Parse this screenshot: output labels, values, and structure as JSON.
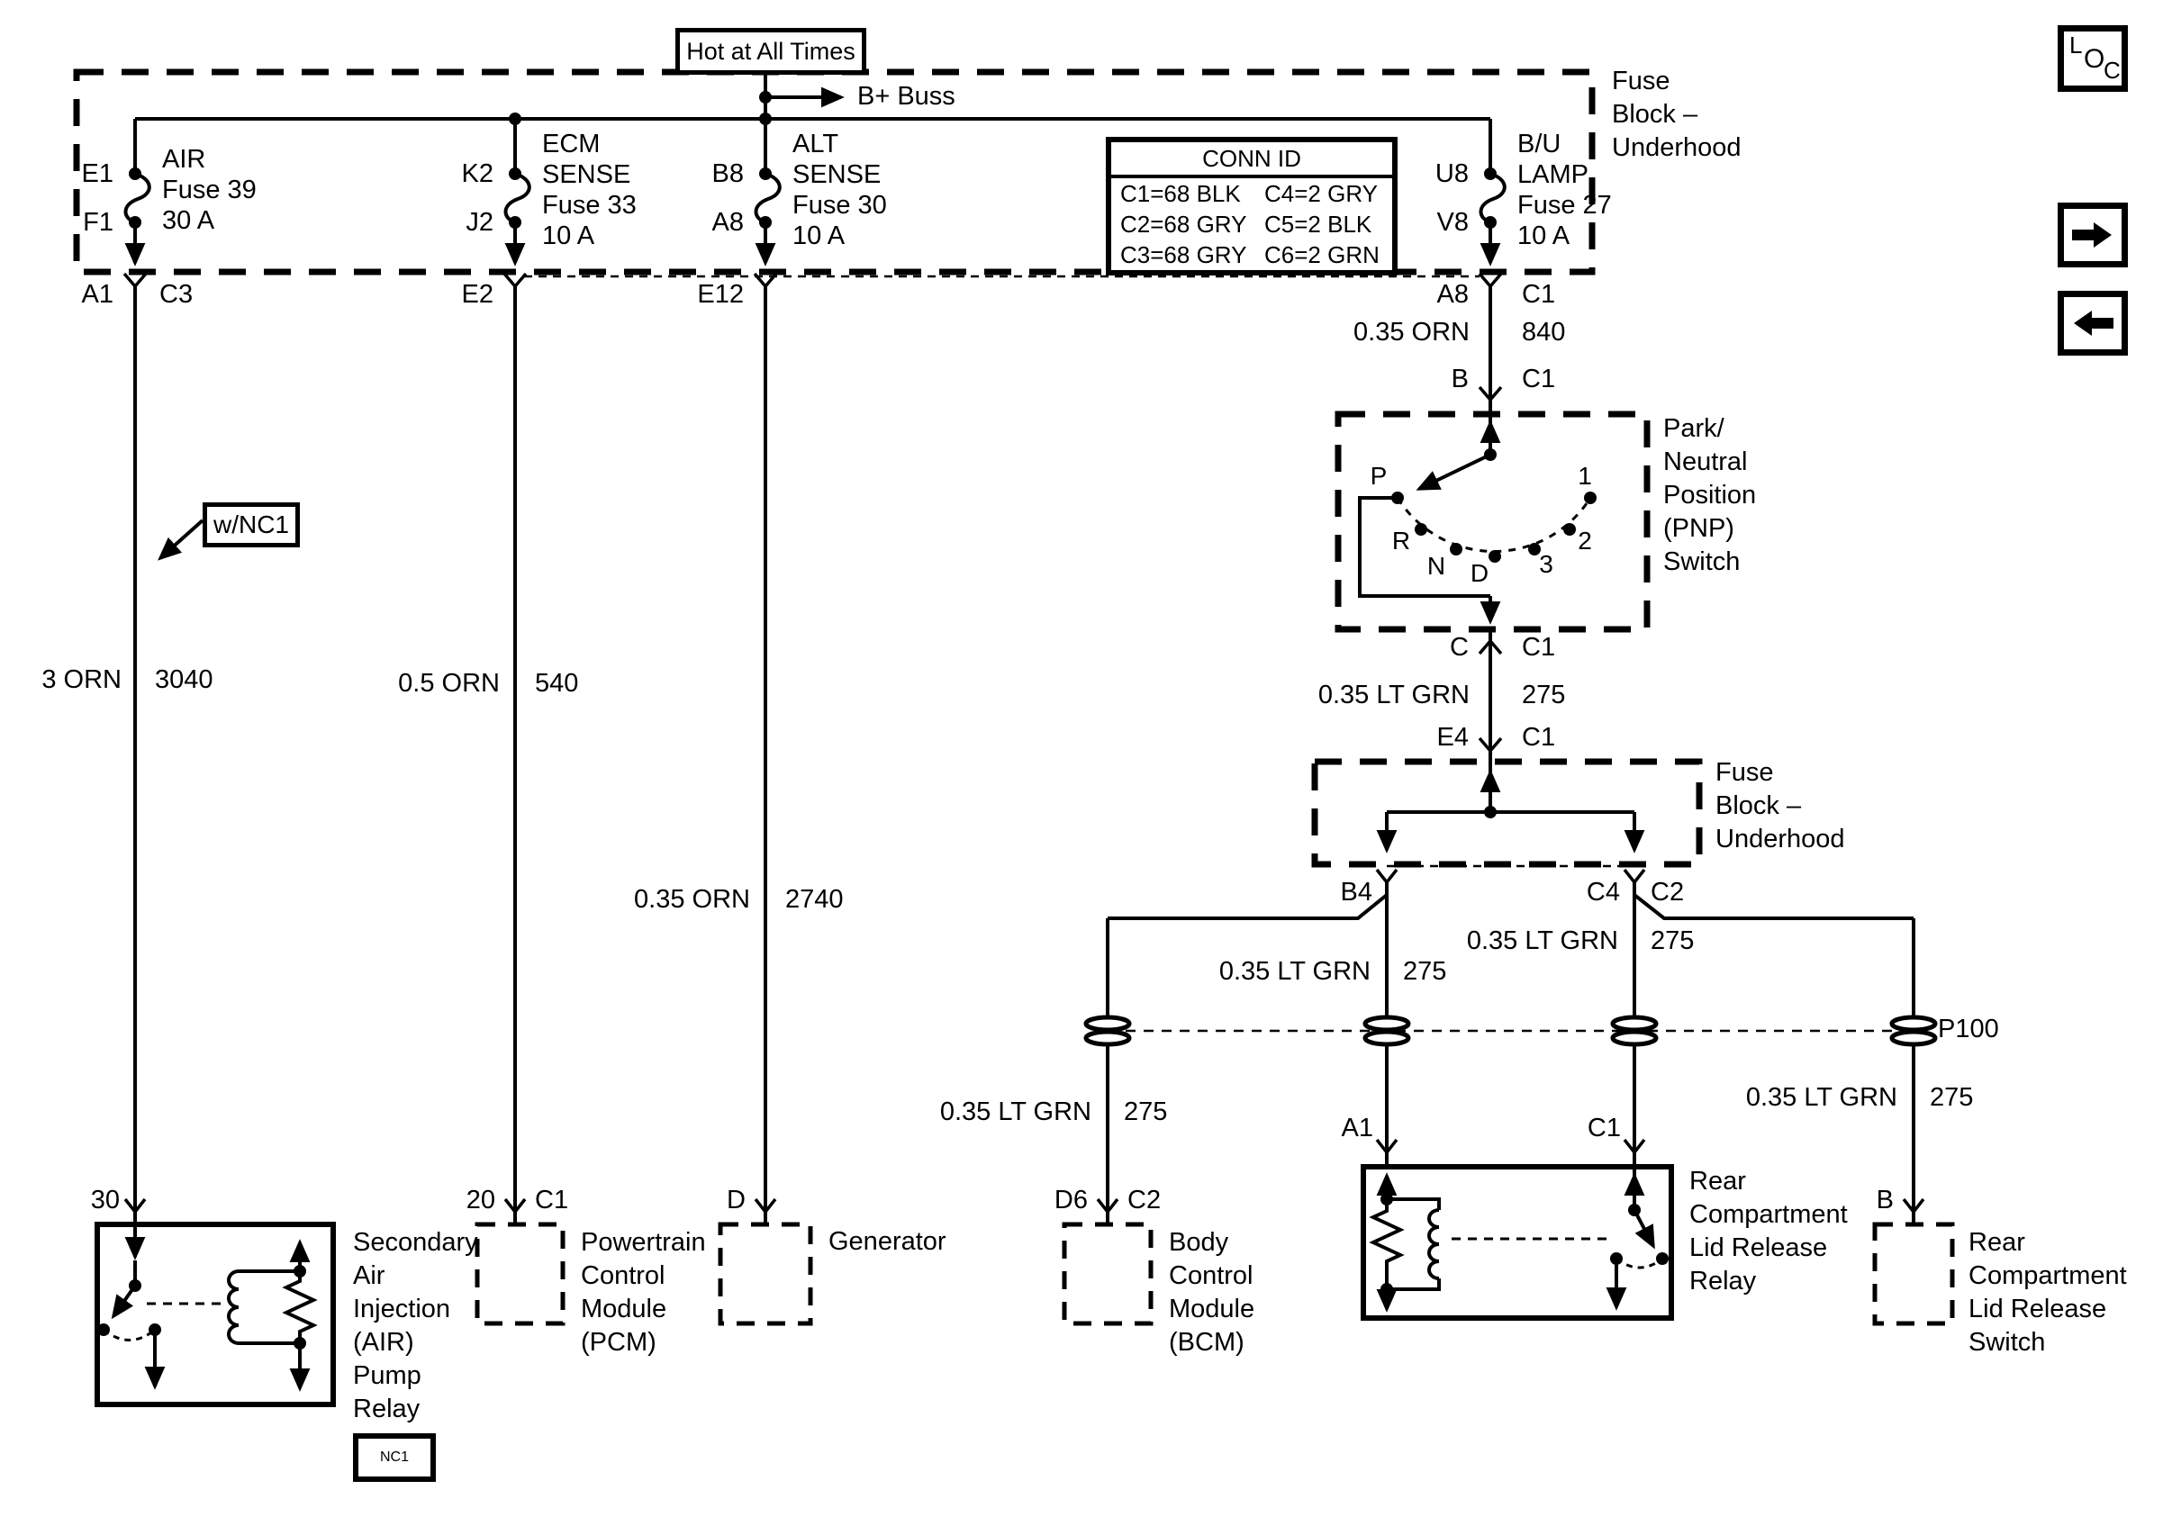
{
  "page": {
    "paper": "#ffffff",
    "ink": "#000000"
  },
  "nav": {
    "loc_letters": [
      "L",
      "O",
      "C"
    ]
  },
  "power": {
    "hot_label": "Hot at All Times",
    "bus_label": "B+ Buss"
  },
  "fuse_block_top": {
    "label_lines": [
      "Fuse",
      "Block –",
      "Underhood"
    ],
    "fuses": [
      {
        "pin_top": "E1",
        "pin_bottom": "F1",
        "name_lines": [
          "AIR",
          "Fuse 39",
          "30 A"
        ]
      },
      {
        "pin_top": "K2",
        "pin_bottom": "J2",
        "name_lines": [
          "ECM",
          "SENSE",
          "Fuse 33",
          "10 A"
        ]
      },
      {
        "pin_top": "B8",
        "pin_bottom": "A8",
        "name_lines": [
          "ALT",
          "SENSE",
          "Fuse 30",
          "10 A"
        ]
      },
      {
        "pin_top": "U8",
        "pin_bottom": "V8",
        "name_lines": [
          "B/U",
          "LAMP",
          "Fuse 27",
          "10 A"
        ]
      }
    ]
  },
  "conn_id": {
    "title": "CONN ID",
    "rows": [
      [
        "C1=68 BLK",
        "C4=2 GRY"
      ],
      [
        "C2=68 GRY",
        "C5=2 BLK"
      ],
      [
        "C3=68 GRY",
        "C6=2 GRN"
      ]
    ]
  },
  "connector_row": [
    {
      "left": "A1",
      "right": "C3"
    },
    {
      "left": "E2",
      "right": ""
    },
    {
      "left": "E12",
      "right": ""
    },
    {
      "left": "A8",
      "right": "C1"
    }
  ],
  "wires": {
    "air": {
      "spec": "3 ORN",
      "circuit": "3040"
    },
    "ecm": {
      "spec": "0.5 ORN",
      "circuit": "540"
    },
    "alt": {
      "spec": "0.35 ORN",
      "circuit": "2740"
    },
    "pnp_in": {
      "spec": "0.35 ORN",
      "circuit": "840"
    },
    "pnp_out": {
      "spec": "0.35 LT GRN",
      "circuit": "275"
    },
    "branch_c4": {
      "spec": "0.35 LT GRN",
      "circuit": "275"
    },
    "branch_a1": {
      "spec": "0.35 LT GRN",
      "circuit": "275"
    },
    "branch_bcm": {
      "spec": "0.35 LT GRN",
      "circuit": "275"
    },
    "branch_switch": {
      "spec": "0.35 LT GRN",
      "circuit": "275"
    }
  },
  "callouts": {
    "wnc1": "w/NC1",
    "nc1": "NC1",
    "p100": "P100"
  },
  "pnp": {
    "pin_top_left": "B",
    "pin_top_right": "C1",
    "pin_bottom_left": "C",
    "pin_bottom_right": "C1",
    "label_lines": [
      "Park/",
      "Neutral",
      "Position",
      "(PNP)",
      "Switch"
    ],
    "positions": [
      "P",
      "R",
      "N",
      "D",
      "3",
      "2",
      "1"
    ]
  },
  "fuse_block_lower": {
    "pin_top_left": "E4",
    "pin_top_right": "C1",
    "out_left": "B4",
    "out_right_a": "C4",
    "out_right_b": "C2",
    "label_lines": [
      "Fuse",
      "Block –",
      "Underhood"
    ]
  },
  "components": {
    "air_relay": {
      "pin": "30",
      "label_lines": [
        "Secondary",
        "Air",
        "Injection",
        "(AIR)",
        "Pump",
        "Relay"
      ]
    },
    "pcm": {
      "pin_left": "20",
      "pin_right": "C1",
      "label_lines": [
        "Powertrain",
        "Control",
        "Module",
        "(PCM)"
      ]
    },
    "generator": {
      "pin": "D",
      "label_lines": [
        "Generator"
      ]
    },
    "bcm": {
      "pin_left": "D6",
      "pin_right": "C2",
      "label_lines": [
        "Body",
        "Control",
        "Module",
        "(BCM)"
      ]
    },
    "lid_relay": {
      "pin_left": "A1",
      "pin_right": "C1",
      "label_lines": [
        "Rear",
        "Compartment",
        "Lid Release",
        "Relay"
      ]
    },
    "lid_switch": {
      "pin": "B",
      "label_lines": [
        "Rear",
        "Compartment",
        "Lid Release",
        "Switch"
      ]
    }
  }
}
